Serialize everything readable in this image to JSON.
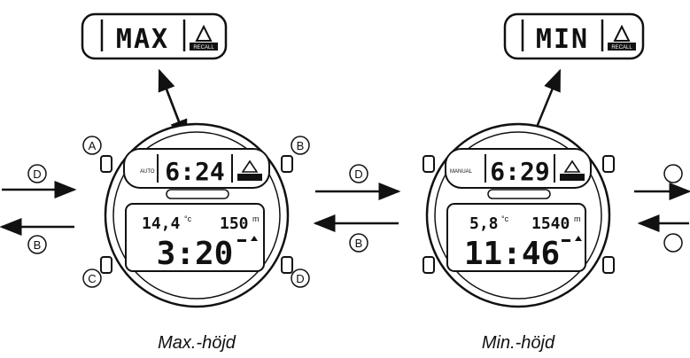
{
  "panels": [
    {
      "zoom_display": "MAX",
      "upper_time": "6:24",
      "mode_badge": "AUTO",
      "temperature": "14,4",
      "temp_unit": "°c",
      "altitude": "150",
      "altitude_unit": "m",
      "time": "3:20",
      "caption": "Max.-höjd",
      "recall_label": "RECALL",
      "buttons": {
        "top_left": "A",
        "top_right": "B",
        "bottom_left": "C",
        "bottom_right": "D"
      },
      "arrow_right_label": "D",
      "arrow_left_label": "B"
    },
    {
      "zoom_display": "MIN",
      "upper_time": "6:29",
      "mode_badge": "MANUAL",
      "temperature": "5,8",
      "temp_unit": "°c",
      "altitude": "1540",
      "altitude_unit": "m",
      "time": "11:46",
      "caption": "Min.-höjd",
      "recall_label": "RECALL",
      "arrow_right_label": "D",
      "arrow_left_label": "B"
    }
  ]
}
